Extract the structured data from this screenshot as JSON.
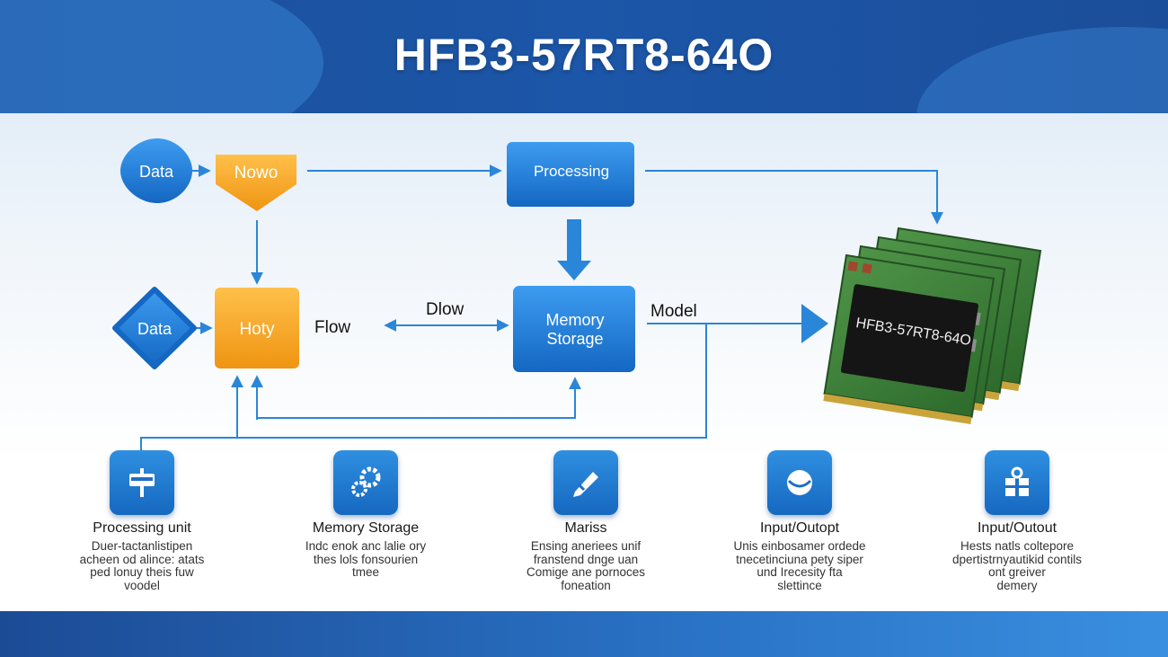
{
  "title": "HFB3-57RT8-64O",
  "nodes": {
    "data_top": "Data",
    "nowo": "Nowo",
    "processing": "Processing",
    "data_mid": "Data",
    "hoty": "Hoty",
    "flow_label": "Flow",
    "dlow_label": "Dlow",
    "memory": [
      "Memory",
      "Storage"
    ],
    "model_label": "Model",
    "chip_text": "HFB3-57RT8-64O"
  },
  "cards": [
    {
      "icon": "signpost-icon",
      "title": "Processing unit",
      "desc": [
        "Duer-tactanlistipen",
        "acheen od alince: atats",
        "ped lonuy theis fuw",
        "voodel"
      ]
    },
    {
      "icon": "gears-icon",
      "title": "Memory Storage",
      "desc": [
        "Indc enok anc lalie ory",
        "thes lols fonsourien",
        "tmee"
      ]
    },
    {
      "icon": "pencil-icon",
      "title": "Mariss",
      "desc": [
        "Ensing aneriees unif",
        "franstend dnge uan",
        "Comige ane pornoces",
        "foneation"
      ]
    },
    {
      "icon": "globe-icon",
      "title": "Input/Outopt",
      "desc": [
        "Unis einbosamer ordede",
        "tnecetinciuna pety siper",
        "und Irecesity fta",
        "slettince"
      ]
    },
    {
      "icon": "gift-icon",
      "title": "Input/Outout",
      "desc": [
        "Hests natls coltepore",
        "dpertistrnyautikid contils",
        "ont greiver",
        "demery"
      ]
    }
  ],
  "colors": {
    "accent": "#1f7fd6",
    "orange": "#f5a424",
    "header": "#1d4f9c",
    "board": "#3e7f3a"
  }
}
